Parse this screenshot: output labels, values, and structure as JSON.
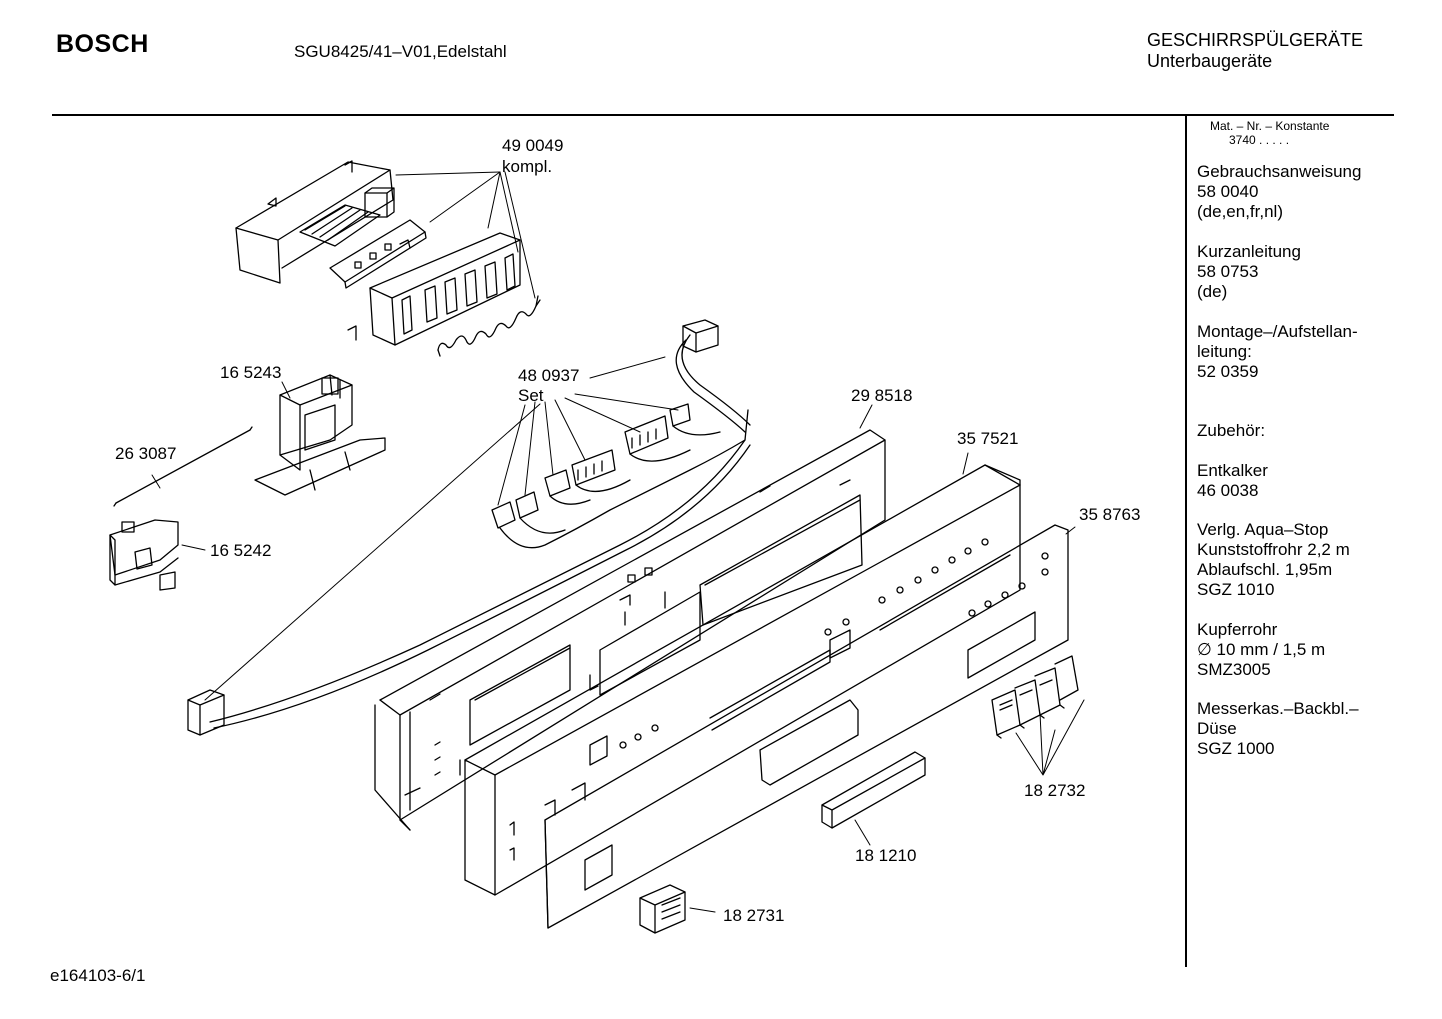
{
  "header": {
    "brand": "BOSCH",
    "model": "SGU8425/41–V01,Edelstahl",
    "category_line1": "GESCHIRRSPÜLGERÄTE",
    "category_line2": "Unterbaugeräte"
  },
  "sidebar": {
    "matno_header": "Mat. – Nr. – Konstante",
    "matno_value": "3740  .   .   .   .   .",
    "blocks": [
      {
        "lines": [
          "Gebrauchsanweisung",
          "58 0040",
          "(de,en,fr,nl)"
        ]
      },
      {
        "lines": [
          "Kurzanleitung",
          "58 0753",
          "(de)"
        ]
      },
      {
        "lines": [
          "Montage–/Aufstellan-",
          "leitung:",
          "52 0359"
        ]
      },
      {
        "lines": [
          "Zubehör:"
        ]
      },
      {
        "lines": [
          "Entkalker",
          "46 0038"
        ]
      },
      {
        "lines": [
          "Verlg. Aqua–Stop",
          "Kunststoffrohr 2,2 m",
          "Ablaufschl. 1,95m",
          "SGZ 1010"
        ]
      },
      {
        "lines": [
          "Kupferrohr",
          "∅ 10 mm / 1,5 m",
          "SMZ3005"
        ]
      },
      {
        "lines": [
          "Messerkas.–Backbl.–",
          "Düse",
          "SGZ 1000"
        ]
      }
    ]
  },
  "parts": {
    "p490049": "49 0049",
    "p490049_sub": "kompl.",
    "p165243": "16 5243",
    "p263087": "26 3087",
    "p165242": "16 5242",
    "p480937": "48 0937",
    "p480937_sub": "Set",
    "p298518": "29 8518",
    "p357521": "35 7521",
    "p358763": "35 8763",
    "p182732": "18 2732",
    "p181210": "18 1210",
    "p182731": "18 2731"
  },
  "footer": {
    "drawing_id": "e164103-6/1"
  }
}
